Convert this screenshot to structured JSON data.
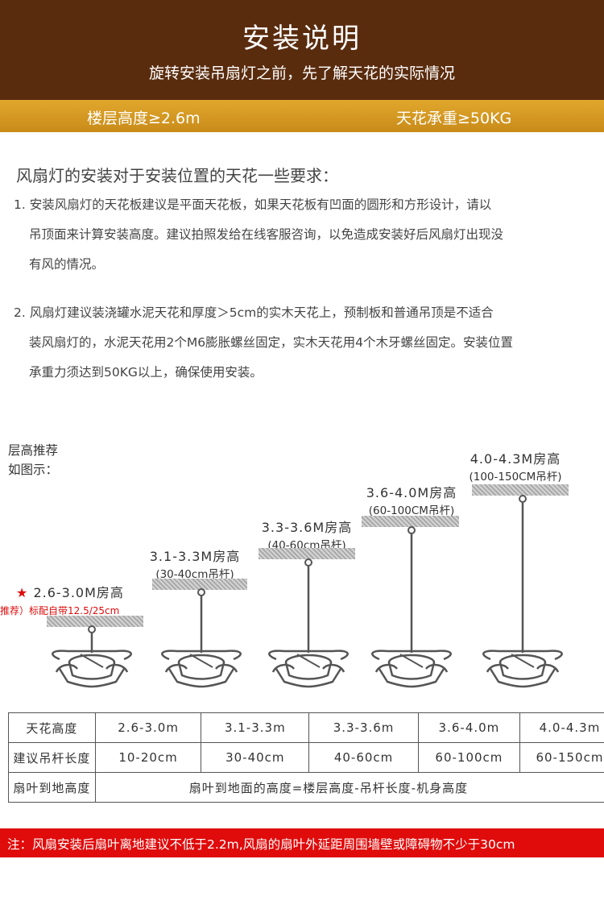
{
  "header": {
    "title": "安装说明",
    "subtitle": "旋转安装吊扇灯之前，先了解天花的实际情况",
    "floor_height": "楼层高度≥2.6m",
    "ceiling_load": "天花承重≥50KG"
  },
  "requirements": {
    "title": "风扇灯的安装对于安装位置的天花一些要求：",
    "item1": [
      "1. 安装风扇灯的天花板建议是平面天花板，如果天花板有凹面的圆形和方形设计，请以",
      "吊顶面来计算安装高度。建议拍照发给在线客服咨询，以免造成安装好后风扇灯出现没",
      "有风的情况。"
    ],
    "item2": [
      "2. 风扇灯建议装浇罐水泥天花和厚度＞5cm的实木天花上，预制板和普通吊顶是不适合",
      "装风扇灯的，水泥天花用2个M6膨胀螺丝固定，实木天花用4个木牙螺丝固定。安装位置",
      "承重力须达到50KG以上，确保使用安装。"
    ]
  },
  "diagram": {
    "label_line1": "层高推荐",
    "label_line2": "如图示：",
    "star": "★",
    "options": [
      {
        "height": "2.6-3.0M房高",
        "rod": "推荐）标配自带12.5/25cm"
      },
      {
        "height": "3.1-3.3M房高",
        "rod": "(30-40cm吊杆)"
      },
      {
        "height": "3.3-3.6M房高",
        "rod": "(40-60cm吊杆)"
      },
      {
        "height": "3.6-4.0M房高",
        "rod": "(60-100CM吊杆)"
      },
      {
        "height": "4.0-4.3M房高",
        "rod": "(100-150CM吊杆)"
      }
    ],
    "colors": {
      "star": "#e00b0b",
      "recommend": "#e00b0b"
    }
  },
  "table": {
    "row1": {
      "head": "天花高度",
      "cells": [
        "2.6-3.0m",
        "3.1-3.3m",
        "3.3-3.6m",
        "3.6-4.0m",
        "4.0-4.3m"
      ]
    },
    "row2": {
      "head": "建议吊杆长度",
      "cells": [
        "10-20cm",
        "30-40cm",
        "40-60cm",
        "60-100cm",
        "60-150cm"
      ]
    },
    "row3": {
      "head": "扇叶到地高度",
      "formula": "扇叶到地面的高度=楼层高度-吊杆长度-机身高度"
    }
  },
  "note": "注：风扇安装后扇叶离地建议不低于2.2m,风扇的扇叶外延距周围墙壁或障碍物不少于30cm"
}
